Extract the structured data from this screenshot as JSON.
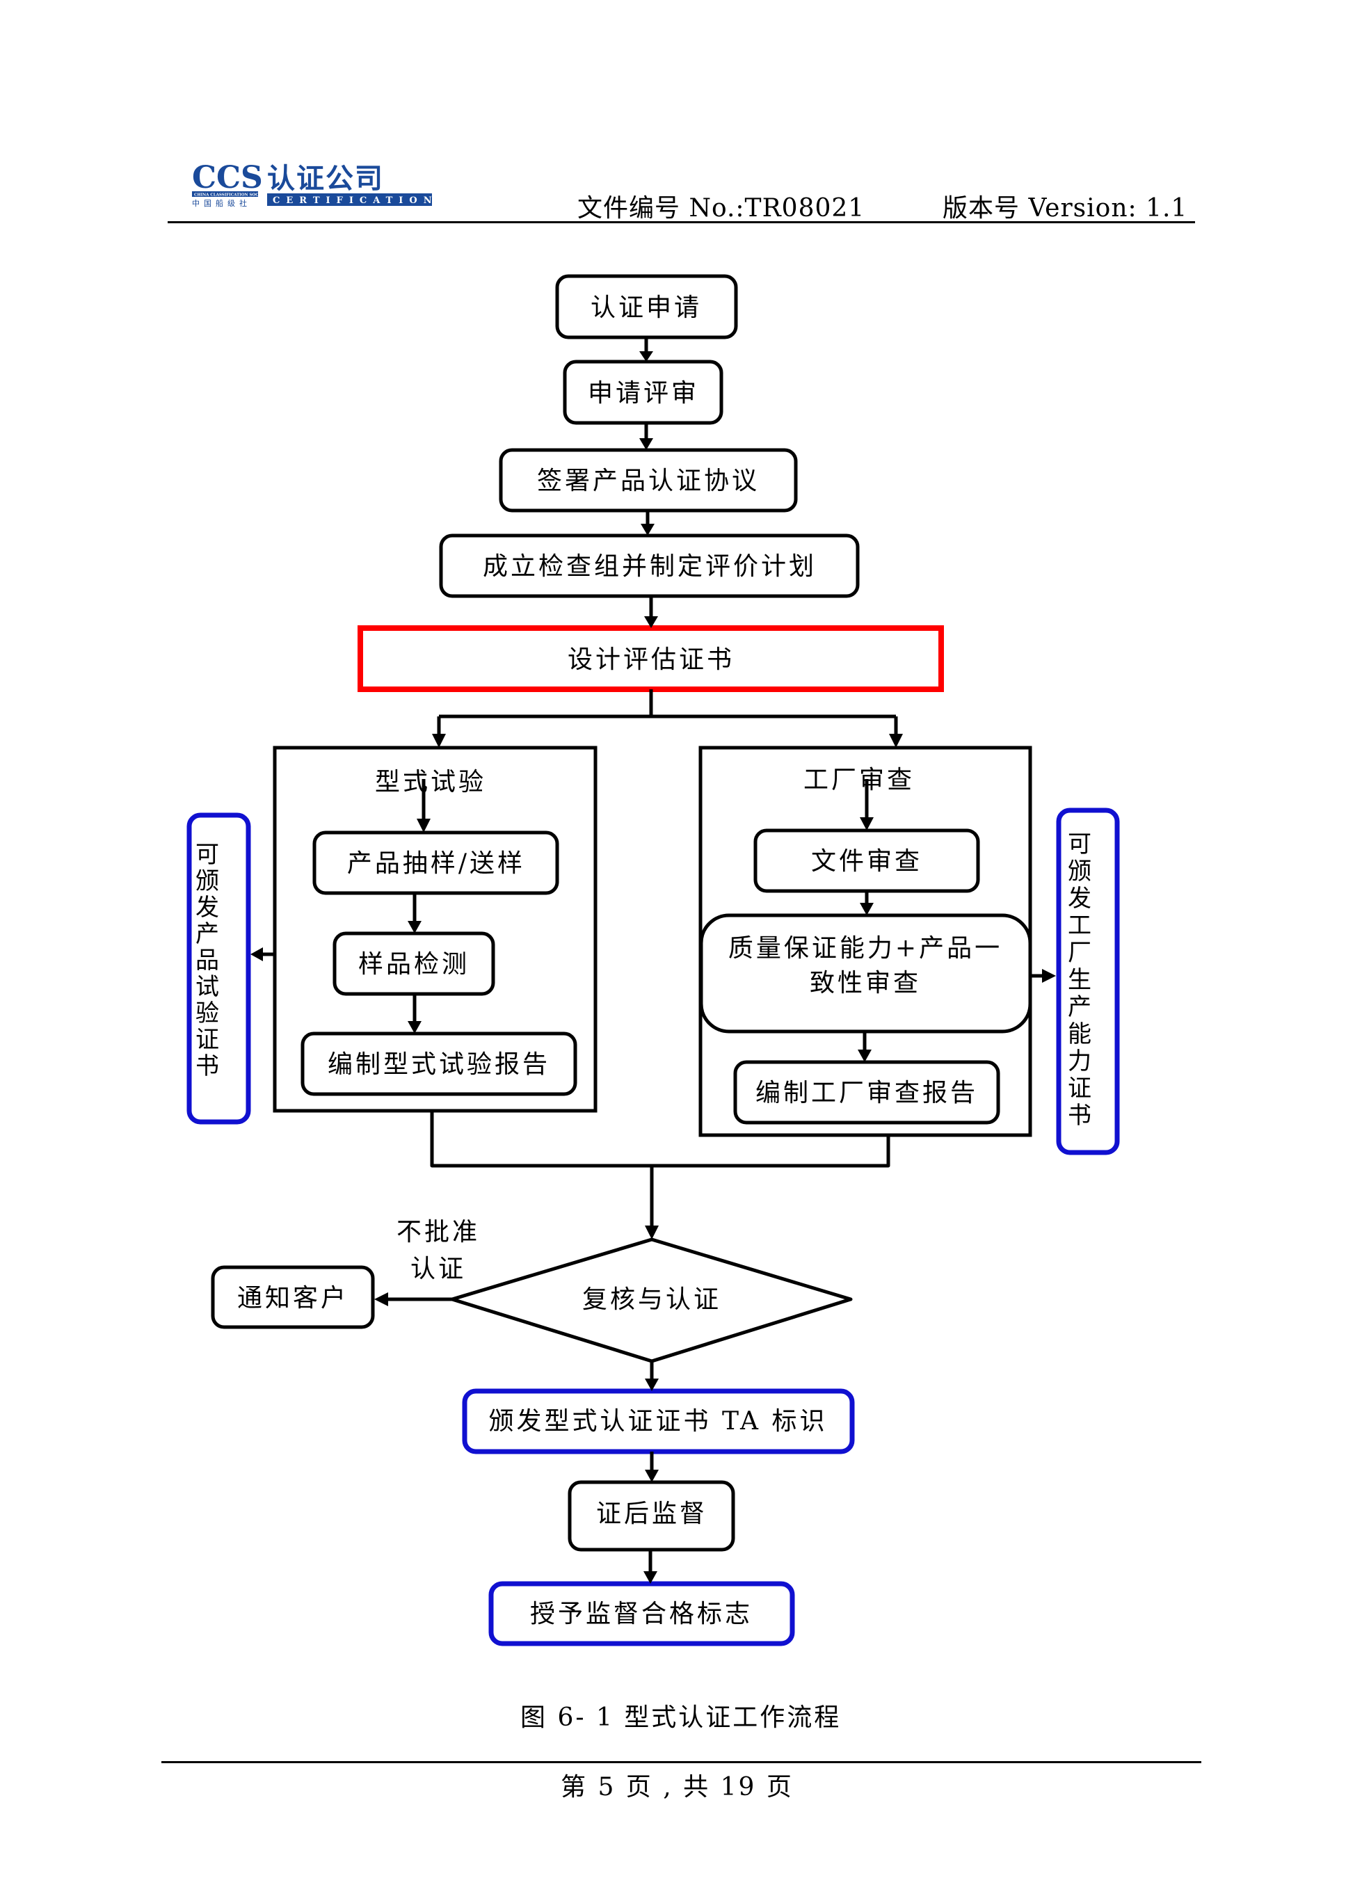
{
  "header": {
    "logo": {
      "mark": "CCS",
      "society_en": "CHINA CLASSIFICATION SOCIETY",
      "society_cn": "中国船级社",
      "company_cn": "认证公司",
      "company_en": "CERTIFICATION",
      "brand_color": "#1a4a9a",
      "accent_color": "#d8262e"
    },
    "doc_number": "文件编号 No.:TR08021",
    "version": "版本号 Version: 1.1"
  },
  "flowchart": {
    "colors": {
      "line": "#000000",
      "highlight_red": "#ff0000",
      "highlight_blue": "#1010d0"
    },
    "steps": {
      "apply": "认证申请",
      "review": "申请评审",
      "agreement": "签署产品认证协议",
      "plan": "成立检查组并制定评价计划",
      "design_cert": "设计评估证书"
    },
    "type_test": {
      "title": "型式试验",
      "steps": [
        "产品抽样/送样",
        "样品检测",
        "编制型式试验报告"
      ],
      "side_output": "可颁发产品试验证书"
    },
    "factory_audit": {
      "title": "工厂审查",
      "steps": [
        "文件审查",
        "质量保证能力+产品一致性审查",
        "编制工厂审查报告"
      ],
      "qa_lines": [
        "质量保证能力+产品一",
        "致性审查"
      ],
      "side_output": "可颁发工厂生产能力证书"
    },
    "decision": {
      "label": "复核与认证",
      "reject_label_lines": [
        "不批准",
        "认证"
      ],
      "reject_target": "通知客户"
    },
    "final_steps": {
      "issue": "颁发型式认证证书 TA 标识",
      "surveillance": "证后监督",
      "grant": "授予监督合格标志"
    }
  },
  "caption": "图 6- 1 型式认证工作流程",
  "footer": {
    "page_text": "第 5 页 , 共 19 页"
  }
}
